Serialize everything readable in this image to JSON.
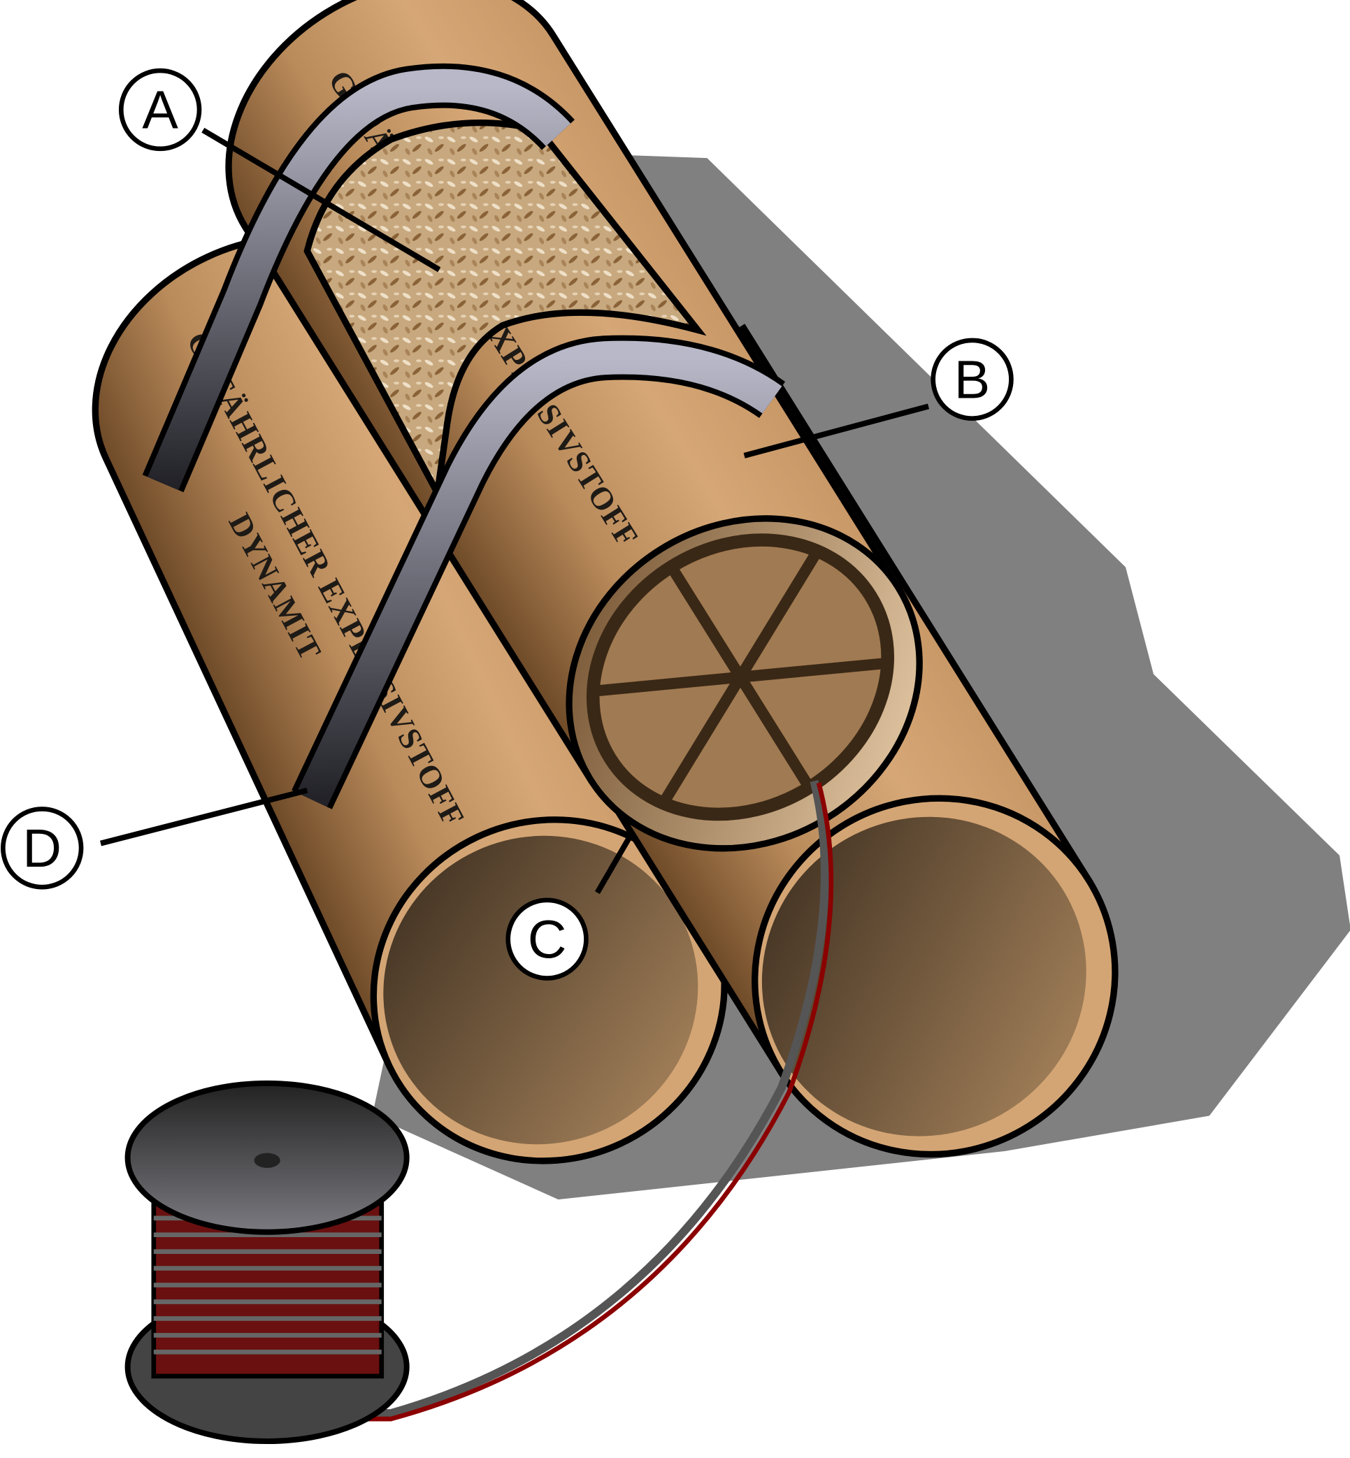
{
  "title": "Dynamite diagram",
  "labels": {
    "a": "A",
    "b": "B",
    "c": "C",
    "d": "D"
  },
  "stencil": {
    "line1": "GEFÄHRLICHER EXPLOSIVSTOFF",
    "line2": "DYNAMIT",
    "top_line": "GEFÄHRLICHER EXPLOSIVSTOFF"
  },
  "colors": {
    "paper": "#d4a574",
    "strap": "#45454f",
    "shadow": "#808080",
    "wire_red": "#8b0000",
    "wire_grey": "#555555"
  }
}
